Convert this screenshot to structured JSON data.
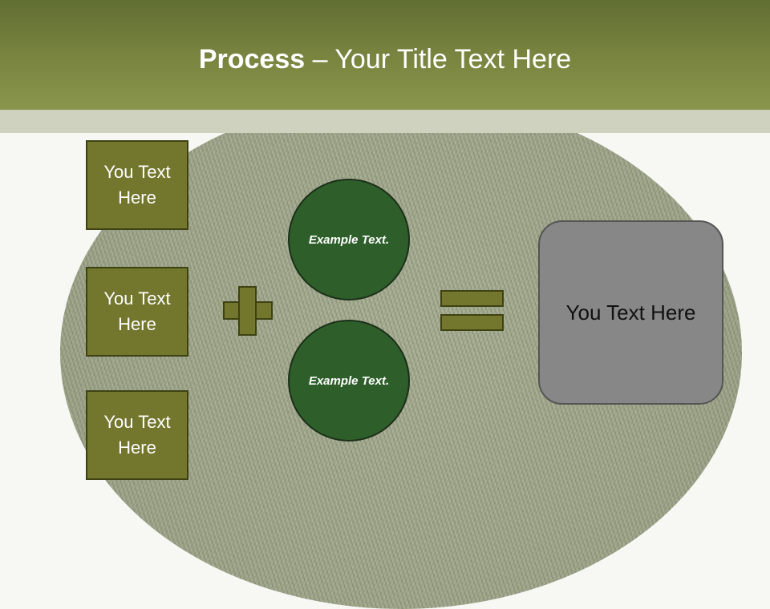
{
  "slide": {
    "title_bold": "Process",
    "title_rest": " – Your Title Text Here"
  },
  "left_boxes": [
    {
      "label": "You Text Here"
    },
    {
      "label": "You Text Here"
    },
    {
      "label": "You Text Here"
    }
  ],
  "circles": [
    {
      "label": "Example Text."
    },
    {
      "label": "Example Text."
    }
  ],
  "result": {
    "label": "You Text Here"
  },
  "colors": {
    "header": "#7a8640",
    "box_fill": "#73772e",
    "circle_fill": "#2e5f2b",
    "result_fill": "#878787"
  },
  "icons": {
    "plus": "plus-sign",
    "equals": "equals-sign"
  }
}
